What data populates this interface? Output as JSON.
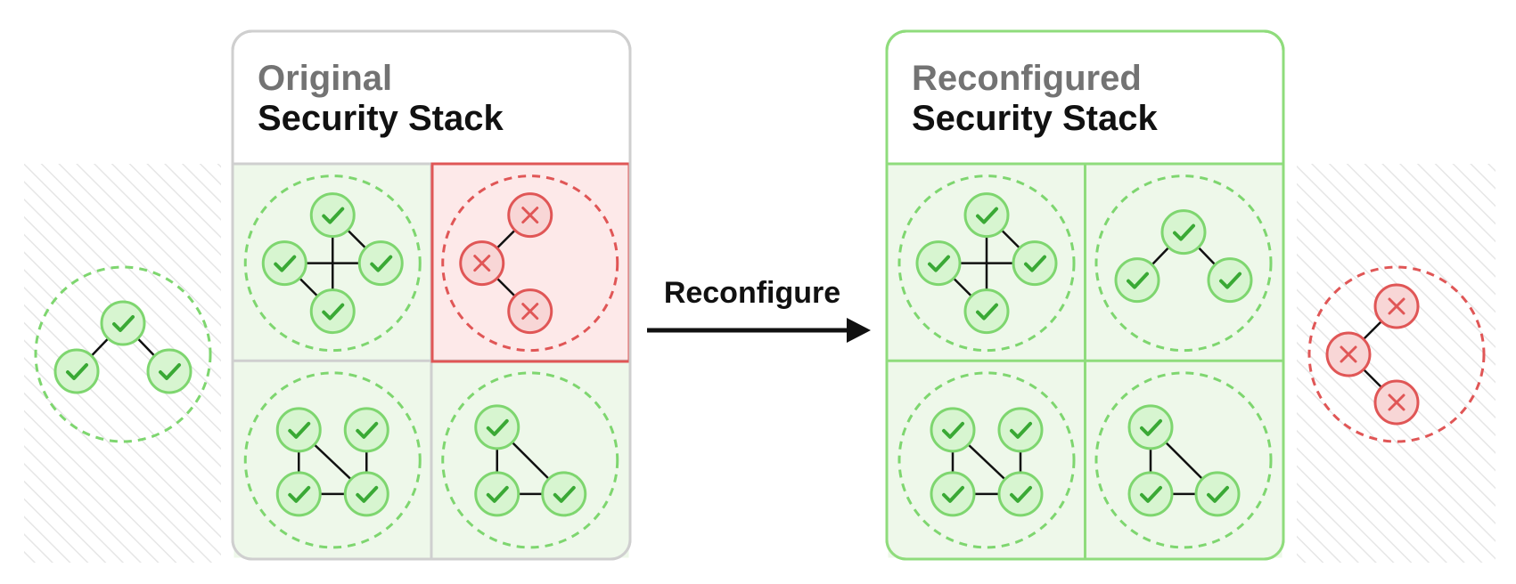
{
  "colors": {
    "ok_stroke": "#7ed66f",
    "ok_fill": "#d7f5d0",
    "ok_check": "#3aa935",
    "ok_bg": "#eef8ea",
    "bad_stroke": "#e05656",
    "bad_fill": "#f8d6d6",
    "bad_bg": "#fde9e9",
    "panel_border_original": "#cfcfcf",
    "panel_border_reconfigured": "#8fdc7c",
    "hatch": "#e6e6e6",
    "title_grey": "#737373",
    "title_dark": "#111111",
    "edge": "#111111"
  },
  "original_panel": {
    "title_line1": "Original",
    "title_line2": "Security Stack"
  },
  "reconfigured_panel": {
    "title_line1": "Reconfigured",
    "title_line2": "Security Stack"
  },
  "arrow": {
    "label": "Reconfigure"
  },
  "icons": {
    "ok": "check-icon",
    "bad": "x-icon",
    "arrow": "arrow-right-icon"
  }
}
